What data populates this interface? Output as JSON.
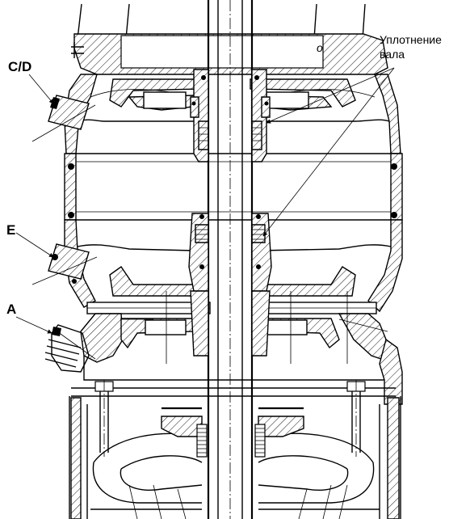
{
  "labels": {
    "cd": "C/D",
    "e": "E",
    "a": "A",
    "seal_line1": "Уплотнение",
    "seal_line2": "вала",
    "mark_o": "o"
  }
}
